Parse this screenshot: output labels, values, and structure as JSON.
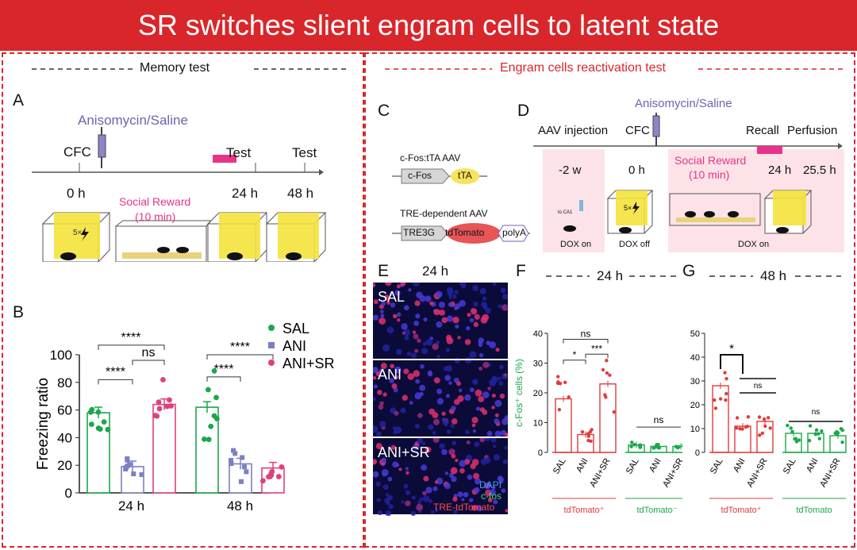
{
  "header": {
    "title": "SR switches slient engram cells to latent state",
    "accent": "#d9262b"
  },
  "left": {
    "section_title": "Memory test",
    "panel_a": "A",
    "panel_b": "B",
    "drug": "Anisomycin/Saline",
    "timeline": {
      "event0": "CFC",
      "event1": "Test",
      "event2": "Test",
      "t0": "0 h",
      "t1": "24 h",
      "t2": "48 h"
    },
    "social": "Social Reward",
    "social_dur": "(10 min)",
    "shock": "5×"
  },
  "right": {
    "section_title": "Engram cells reactivation test",
    "panel_c": "C",
    "panel_d": "D",
    "panel_e": "E",
    "panel_f": "F",
    "panel_g": "G",
    "aav1": "c-Fos:tTA AAV",
    "aav1_prom": "c-Fos",
    "aav1_gene": "tTA",
    "aav2": "TRE-dependent AAV",
    "aav2_prom": "TRE3G",
    "aav2_gene": "tdTomato",
    "aav2_tail": "polyA",
    "d_drug": "Anisomycin/Saline",
    "d_aav": "AAV injection",
    "d_cfc": "CFC",
    "d_recall": "Recall",
    "d_perf": "Perfusion",
    "d_t0": "-2 w",
    "d_t1": "0 h",
    "d_social": "Social Reward",
    "d_social_dur": "(10 min)",
    "d_t2": "24 h",
    "d_t3": "25.5 h",
    "d_dox1": "DOX on",
    "d_dox2": "DOX off",
    "d_dox3": "DOX on",
    "d_ca1": "to CA1",
    "d_shock": "5×",
    "e_time": "24 h",
    "e_r1": "SAL",
    "e_r2": "ANI",
    "e_r3": "ANI+SR",
    "e_legend": [
      "DAPI",
      "c-fos",
      "TRE-tdTomato"
    ],
    "f_time": "24 h",
    "g_time": "48 h"
  },
  "chart_data": [
    {
      "type": "bar",
      "id": "B",
      "ylabel": "Freezing ratio",
      "ylim": [
        0,
        100
      ],
      "yticks": [
        0,
        20,
        40,
        60,
        80,
        100
      ],
      "categories": [
        "24 h",
        "48 h"
      ],
      "series": [
        {
          "name": "SAL",
          "color": "#1aa84a",
          "values": [
            58,
            62
          ]
        },
        {
          "name": "ANI",
          "color": "#7b7fc4",
          "values": [
            19,
            21
          ]
        },
        {
          "name": "ANI+SR",
          "color": "#e0407d",
          "values": [
            64,
            18
          ]
        }
      ],
      "annotations": [
        "****",
        "****",
        "ns",
        "****",
        "****"
      ]
    },
    {
      "type": "bar",
      "id": "F",
      "ylabel": "c-Fos⁺ cells (%)",
      "ylim": [
        0,
        40
      ],
      "yticks": [
        0,
        10,
        20,
        30,
        40
      ],
      "categories": [
        "SAL",
        "ANI",
        "ANI+SR",
        "SAL",
        "ANI",
        "ANI+SR"
      ],
      "values": [
        18,
        6,
        23,
        2.5,
        2,
        2
      ],
      "groups": [
        {
          "label": "tdTomato⁺",
          "color": "#e23b3b"
        },
        {
          "label": "tdTomato⁻",
          "color": "#1aa84a"
        }
      ],
      "annotations": [
        "*",
        "***",
        "ns",
        "ns"
      ]
    },
    {
      "type": "bar",
      "id": "G",
      "ylim": [
        0,
        50
      ],
      "yticks": [
        0,
        10,
        20,
        30,
        40,
        50
      ],
      "categories": [
        "SAL",
        "ANI",
        "ANI+SR",
        "SAL",
        "ANI",
        "ANI+SR"
      ],
      "values": [
        28,
        11,
        13,
        8,
        8,
        7
      ],
      "groups": [
        {
          "label": "tdTomato⁺",
          "color": "#e23b3b"
        },
        {
          "label": "tdTomato",
          "color": "#1aa84a"
        }
      ],
      "annotations": [
        "*",
        "ns",
        "ns"
      ]
    }
  ]
}
